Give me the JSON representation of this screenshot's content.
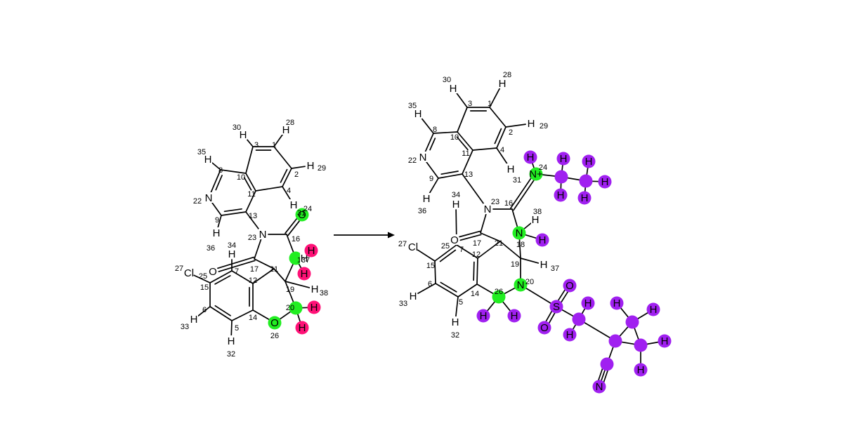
{
  "colors": {
    "green": "#22ee22",
    "pink": "#ff1177",
    "purple": "#a020f0",
    "bond": "#000000",
    "background": "#ffffff"
  },
  "arrow": {
    "kind": "reaction-arrow",
    "direction": "right"
  },
  "reactant": {
    "atoms": [
      {
        "n": "1",
        "el": "",
        "num": "1"
      },
      {
        "n": "2",
        "el": "",
        "num": "2"
      },
      {
        "n": "3",
        "el": "",
        "num": "3"
      },
      {
        "n": "4",
        "el": "",
        "num": "4"
      },
      {
        "n": "5",
        "el": "",
        "num": "5"
      },
      {
        "n": "6",
        "el": "",
        "num": "6"
      },
      {
        "n": "7",
        "el": "",
        "num": "7"
      },
      {
        "n": "8",
        "el": "",
        "num": "8"
      },
      {
        "n": "9",
        "el": "",
        "num": "9"
      },
      {
        "n": "10",
        "el": "",
        "num": "10"
      },
      {
        "n": "11",
        "el": "",
        "num": "11"
      },
      {
        "n": "12",
        "el": "",
        "num": "12"
      },
      {
        "n": "13",
        "el": "",
        "num": "13"
      },
      {
        "n": "14",
        "el": "",
        "num": "14"
      },
      {
        "n": "15",
        "el": "",
        "num": "15"
      },
      {
        "n": "16",
        "el": "",
        "num": "16"
      },
      {
        "n": "17",
        "el": "",
        "num": "17"
      },
      {
        "n": "18",
        "el": "",
        "num": "18",
        "hl": "green"
      },
      {
        "n": "19",
        "el": "",
        "num": "19"
      },
      {
        "n": "20",
        "el": "",
        "num": "20",
        "hl": "green"
      },
      {
        "n": "21",
        "el": "",
        "num": "21"
      },
      {
        "n": "22",
        "el": "N",
        "num": "22"
      },
      {
        "n": "23",
        "el": "N",
        "num": "23"
      },
      {
        "n": "24",
        "el": "O",
        "num": "24",
        "hl": "green"
      },
      {
        "n": "25",
        "el": "O",
        "num": "25"
      },
      {
        "n": "26",
        "el": "O",
        "num": "26",
        "hl": "green"
      },
      {
        "n": "27",
        "el": "Cl",
        "num": "27"
      },
      {
        "n": "28",
        "el": "H",
        "num": "28"
      },
      {
        "n": "29",
        "el": "H",
        "num": "29"
      },
      {
        "n": "30",
        "el": "H",
        "num": "30"
      },
      {
        "n": "31",
        "el": "H",
        "num": "31"
      },
      {
        "n": "32",
        "el": "H",
        "num": "32"
      },
      {
        "n": "33",
        "el": "H",
        "num": "33"
      },
      {
        "n": "34",
        "el": "H",
        "num": "34"
      },
      {
        "n": "35",
        "el": "H",
        "num": "35"
      },
      {
        "n": "36",
        "el": "H",
        "num": "36"
      },
      {
        "n": "37",
        "el": "H",
        "num": "37"
      },
      {
        "n": "38",
        "el": "H",
        "num": "38"
      },
      {
        "n": "h1",
        "el": "H",
        "num": "",
        "hl": "pink"
      },
      {
        "n": "h2",
        "el": "H",
        "num": "",
        "hl": "pink"
      },
      {
        "n": "h3",
        "el": "H",
        "num": "",
        "hl": "pink"
      },
      {
        "n": "h4",
        "el": "H",
        "num": "",
        "hl": "pink"
      }
    ],
    "bonds": [
      [
        "1",
        "2",
        1
      ],
      [
        "2",
        "4",
        2
      ],
      [
        "4",
        "11",
        1
      ],
      [
        "11",
        "10",
        2
      ],
      [
        "10",
        "3",
        1
      ],
      [
        "3",
        "1",
        2
      ],
      [
        "10",
        "8",
        1
      ],
      [
        "8",
        "22",
        2
      ],
      [
        "22",
        "9",
        1
      ],
      [
        "9",
        "13",
        2
      ],
      [
        "13",
        "11",
        1
      ],
      [
        "13",
        "23",
        1
      ],
      [
        "23",
        "16",
        1
      ],
      [
        "16",
        "24",
        2
      ],
      [
        "16",
        "18",
        1
      ],
      [
        "18",
        "19",
        1
      ],
      [
        "19",
        "21",
        1
      ],
      [
        "21",
        "17",
        1
      ],
      [
        "17",
        "23",
        1
      ],
      [
        "17",
        "25",
        2
      ],
      [
        "21",
        "12",
        1
      ],
      [
        "12",
        "7",
        1
      ],
      [
        "7",
        "15",
        2
      ],
      [
        "15",
        "6",
        1
      ],
      [
        "6",
        "5",
        2
      ],
      [
        "5",
        "14",
        1
      ],
      [
        "14",
        "12",
        2
      ],
      [
        "14",
        "26",
        1
      ],
      [
        "26",
        "20",
        1
      ],
      [
        "20",
        "19",
        1
      ],
      [
        "15",
        "27",
        1
      ],
      [
        "1",
        "28",
        1
      ],
      [
        "2",
        "29",
        1
      ],
      [
        "3",
        "30",
        1
      ],
      [
        "4",
        "31",
        1
      ],
      [
        "5",
        "32",
        1
      ],
      [
        "6",
        "33",
        1
      ],
      [
        "7",
        "34",
        1
      ],
      [
        "8",
        "35",
        1
      ],
      [
        "9",
        "36",
        1
      ],
      [
        "18",
        "37",
        1
      ],
      [
        "19",
        "38",
        1
      ],
      [
        "18",
        "h1",
        1
      ],
      [
        "18",
        "h2",
        1
      ],
      [
        "20",
        "h3",
        1
      ],
      [
        "20",
        "h4",
        1
      ]
    ]
  },
  "product": {
    "atoms": [
      {
        "n": "1",
        "el": "",
        "num": "1"
      },
      {
        "n": "2",
        "el": "",
        "num": "2"
      },
      {
        "n": "3",
        "el": "",
        "num": "3"
      },
      {
        "n": "4",
        "el": "",
        "num": "4"
      },
      {
        "n": "5",
        "el": "",
        "num": "5"
      },
      {
        "n": "6",
        "el": "",
        "num": "6"
      },
      {
        "n": "7",
        "el": "",
        "num": "7"
      },
      {
        "n": "8",
        "el": "",
        "num": "8"
      },
      {
        "n": "9",
        "el": "",
        "num": "9"
      },
      {
        "n": "10",
        "el": "",
        "num": "10"
      },
      {
        "n": "11",
        "el": "",
        "num": "11"
      },
      {
        "n": "12",
        "el": "",
        "num": "12"
      },
      {
        "n": "13",
        "el": "",
        "num": "13"
      },
      {
        "n": "14",
        "el": "",
        "num": "14"
      },
      {
        "n": "15",
        "el": "",
        "num": "15"
      },
      {
        "n": "16",
        "el": "",
        "num": "16"
      },
      {
        "n": "17",
        "el": "",
        "num": "17"
      },
      {
        "n": "18",
        "el": "N",
        "num": "18",
        "hl": "green"
      },
      {
        "n": "19",
        "el": "",
        "num": "19"
      },
      {
        "n": "20",
        "el": "N",
        "num": "20",
        "hl": "green"
      },
      {
        "n": "21",
        "el": "",
        "num": "21"
      },
      {
        "n": "22",
        "el": "N",
        "num": "22"
      },
      {
        "n": "23",
        "el": "N",
        "num": "23"
      },
      {
        "n": "24",
        "el": "N+",
        "num": "24",
        "hl": "green"
      },
      {
        "n": "25",
        "el": "O",
        "num": "25"
      },
      {
        "n": "26",
        "el": "",
        "num": "26",
        "hl": "green"
      },
      {
        "n": "27",
        "el": "Cl",
        "num": "27"
      },
      {
        "n": "28",
        "el": "H",
        "num": "28"
      },
      {
        "n": "29",
        "el": "H",
        "num": "29"
      },
      {
        "n": "30",
        "el": "H",
        "num": "30"
      },
      {
        "n": "31",
        "el": "H",
        "num": "31"
      },
      {
        "n": "32",
        "el": "H",
        "num": "32"
      },
      {
        "n": "33",
        "el": "H",
        "num": "33"
      },
      {
        "n": "34",
        "el": "H",
        "num": "34"
      },
      {
        "n": "35",
        "el": "H",
        "num": "35"
      },
      {
        "n": "36",
        "el": "H",
        "num": "36"
      },
      {
        "n": "37",
        "el": "H",
        "num": "37"
      },
      {
        "n": "38",
        "el": "H",
        "num": "38"
      },
      {
        "n": "pH18",
        "el": "H",
        "num": "",
        "hl": "purple"
      },
      {
        "n": "pH24",
        "el": "H",
        "num": "",
        "hl": "purple"
      },
      {
        "n": "pH26a",
        "el": "H",
        "num": "",
        "hl": "purple"
      },
      {
        "n": "pH26b",
        "el": "H",
        "num": "",
        "hl": "purple"
      },
      {
        "n": "eC1",
        "el": "",
        "num": "",
        "hl": "purple"
      },
      {
        "n": "eC2",
        "el": "",
        "num": "",
        "hl": "purple"
      },
      {
        "n": "eH1",
        "el": "H",
        "num": "",
        "hl": "purple"
      },
      {
        "n": "eH2",
        "el": "H",
        "num": "",
        "hl": "purple"
      },
      {
        "n": "eH3",
        "el": "H",
        "num": "",
        "hl": "purple"
      },
      {
        "n": "eH4",
        "el": "H",
        "num": "",
        "hl": "purple"
      },
      {
        "n": "eH5",
        "el": "H",
        "num": "",
        "hl": "purple"
      },
      {
        "n": "S",
        "el": "S",
        "num": "",
        "hl": "purple"
      },
      {
        "n": "Oa",
        "el": "O",
        "num": "",
        "hl": "purple"
      },
      {
        "n": "Ob",
        "el": "O",
        "num": "",
        "hl": "purple"
      },
      {
        "n": "mC",
        "el": "",
        "num": "",
        "hl": "purple"
      },
      {
        "n": "mH1",
        "el": "H",
        "num": "",
        "hl": "purple"
      },
      {
        "n": "mH2",
        "el": "H",
        "num": "",
        "hl": "purple"
      },
      {
        "n": "qC",
        "el": "",
        "num": "",
        "hl": "purple"
      },
      {
        "n": "r1",
        "el": "",
        "num": "",
        "hl": "purple"
      },
      {
        "n": "r2",
        "el": "",
        "num": "",
        "hl": "purple"
      },
      {
        "n": "rH1",
        "el": "H",
        "num": "",
        "hl": "purple"
      },
      {
        "n": "rH2",
        "el": "H",
        "num": "",
        "hl": "purple"
      },
      {
        "n": "rH3",
        "el": "H",
        "num": "",
        "hl": "purple"
      },
      {
        "n": "rH4",
        "el": "H",
        "num": "",
        "hl": "purple"
      },
      {
        "n": "cnC",
        "el": "",
        "num": "",
        "hl": "purple"
      },
      {
        "n": "cnN",
        "el": "N",
        "num": "",
        "hl": "purple"
      }
    ],
    "bonds": [
      [
        "1",
        "2",
        1
      ],
      [
        "2",
        "4",
        2
      ],
      [
        "4",
        "11",
        1
      ],
      [
        "11",
        "10",
        2
      ],
      [
        "10",
        "3",
        1
      ],
      [
        "3",
        "1",
        2
      ],
      [
        "10",
        "8",
        1
      ],
      [
        "8",
        "22",
        2
      ],
      [
        "22",
        "9",
        1
      ],
      [
        "9",
        "13",
        2
      ],
      [
        "13",
        "11",
        1
      ],
      [
        "13",
        "23",
        1
      ],
      [
        "23",
        "16",
        1
      ],
      [
        "16",
        "24",
        2
      ],
      [
        "16",
        "18",
        1
      ],
      [
        "18",
        "19",
        1
      ],
      [
        "19",
        "21",
        1
      ],
      [
        "21",
        "17",
        1
      ],
      [
        "17",
        "23",
        1
      ],
      [
        "17",
        "25",
        2
      ],
      [
        "21",
        "12",
        1
      ],
      [
        "12",
        "7",
        1
      ],
      [
        "7",
        "15",
        2
      ],
      [
        "15",
        "6",
        1
      ],
      [
        "6",
        "5",
        2
      ],
      [
        "5",
        "14",
        1
      ],
      [
        "14",
        "12",
        2
      ],
      [
        "14",
        "26",
        1
      ],
      [
        "26",
        "20",
        1
      ],
      [
        "20",
        "19",
        1
      ],
      [
        "15",
        "27",
        1
      ],
      [
        "1",
        "28",
        1
      ],
      [
        "2",
        "29",
        1
      ],
      [
        "3",
        "30",
        1
      ],
      [
        "4",
        "31",
        1
      ],
      [
        "5",
        "32",
        1
      ],
      [
        "6",
        "33",
        1
      ],
      [
        "7",
        "34",
        1
      ],
      [
        "8",
        "35",
        1
      ],
      [
        "9",
        "36",
        1
      ],
      [
        "18",
        "38",
        1
      ],
      [
        "19",
        "37",
        1
      ],
      [
        "18",
        "pH18",
        1
      ],
      [
        "24",
        "pH24",
        1
      ],
      [
        "24",
        "eC1",
        1
      ],
      [
        "eC1",
        "eC2",
        1
      ],
      [
        "eC1",
        "eH1",
        1
      ],
      [
        "eC1",
        "eH2",
        1
      ],
      [
        "eC2",
        "eH3",
        1
      ],
      [
        "eC2",
        "eH4",
        1
      ],
      [
        "eC2",
        "eH5",
        1
      ],
      [
        "26",
        "pH26a",
        1
      ],
      [
        "26",
        "pH26b",
        1
      ],
      [
        "20",
        "S",
        1
      ],
      [
        "S",
        "Oa",
        2
      ],
      [
        "S",
        "Ob",
        2
      ],
      [
        "S",
        "mC",
        1
      ],
      [
        "mC",
        "mH1",
        1
      ],
      [
        "mC",
        "mH2",
        1
      ],
      [
        "mC",
        "qC",
        1
      ],
      [
        "qC",
        "r1",
        1
      ],
      [
        "qC",
        "r2",
        1
      ],
      [
        "r1",
        "r2",
        1
      ],
      [
        "r1",
        "rH1",
        1
      ],
      [
        "r1",
        "rH2",
        1
      ],
      [
        "r2",
        "rH3",
        1
      ],
      [
        "r2",
        "rH4",
        1
      ],
      [
        "qC",
        "cnC",
        1
      ],
      [
        "cnC",
        "cnN",
        3
      ]
    ]
  }
}
